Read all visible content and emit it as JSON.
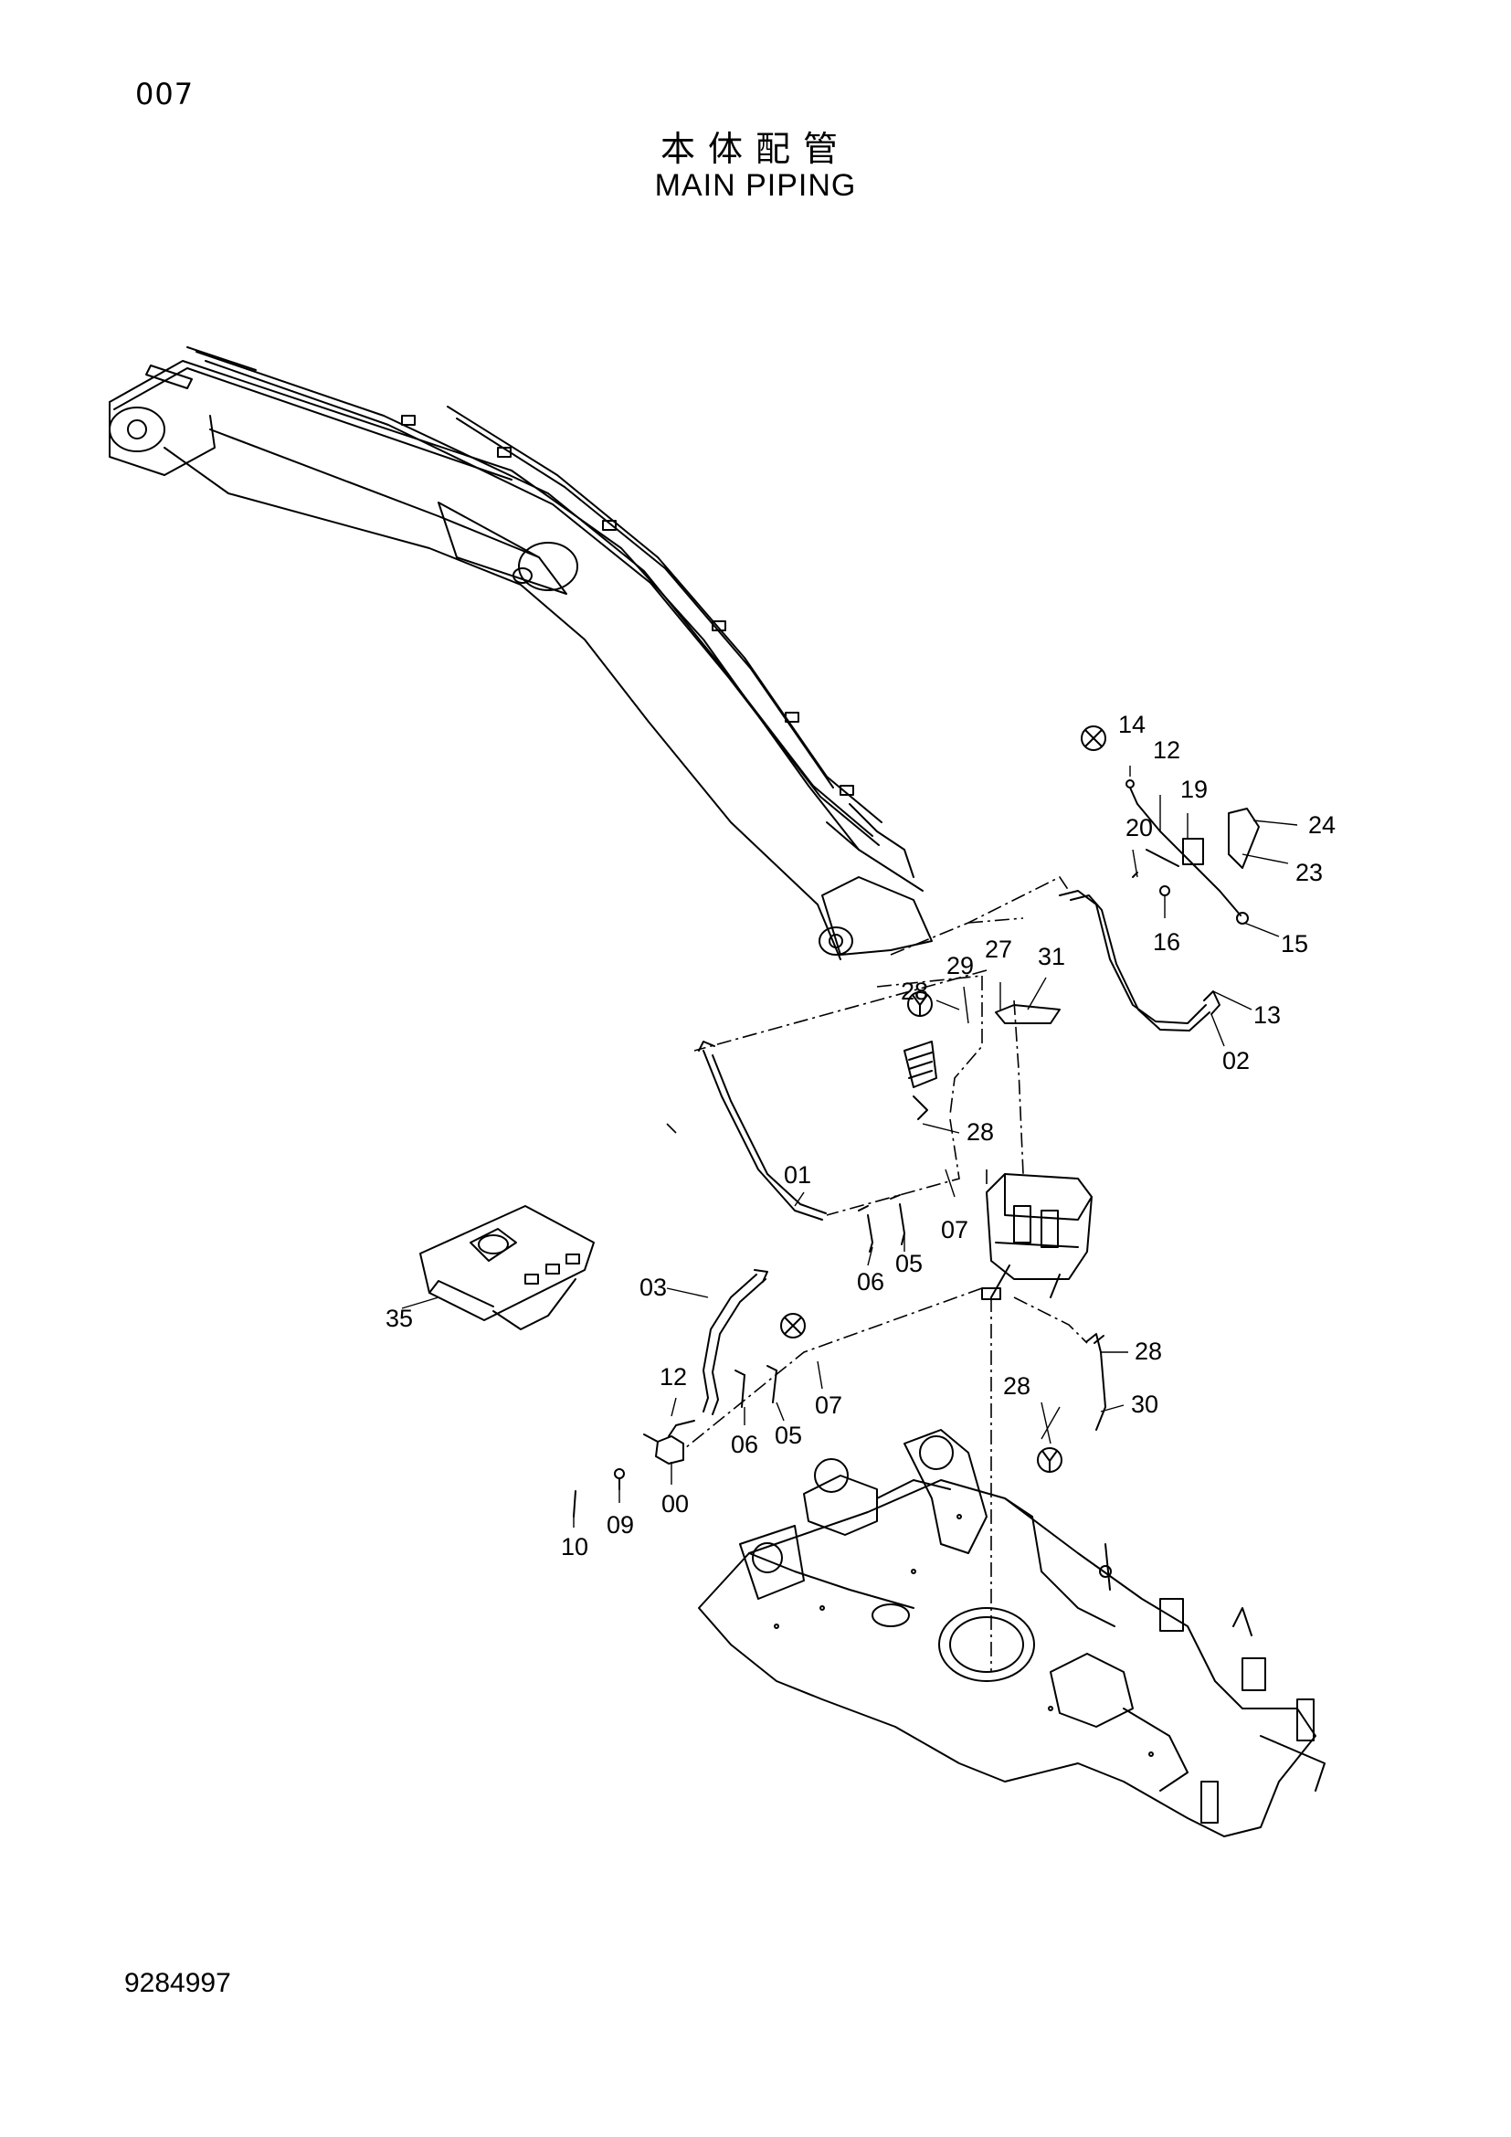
{
  "page_code": "007",
  "title_cn": "本体配管",
  "title_en": "MAIN PIPING",
  "document_number": "9284997",
  "callouts": [
    "14",
    "12",
    "19",
    "24",
    "20",
    "23",
    "16",
    "15",
    "29",
    "27",
    "31",
    "28",
    "13",
    "02",
    "28",
    "01",
    "07",
    "05",
    "06",
    "03",
    "35",
    "12",
    "07",
    "05",
    "06",
    "00",
    "09",
    "10",
    "28",
    "30",
    "28"
  ],
  "reference_markers": [
    "X",
    "Y",
    "X",
    "Y"
  ]
}
